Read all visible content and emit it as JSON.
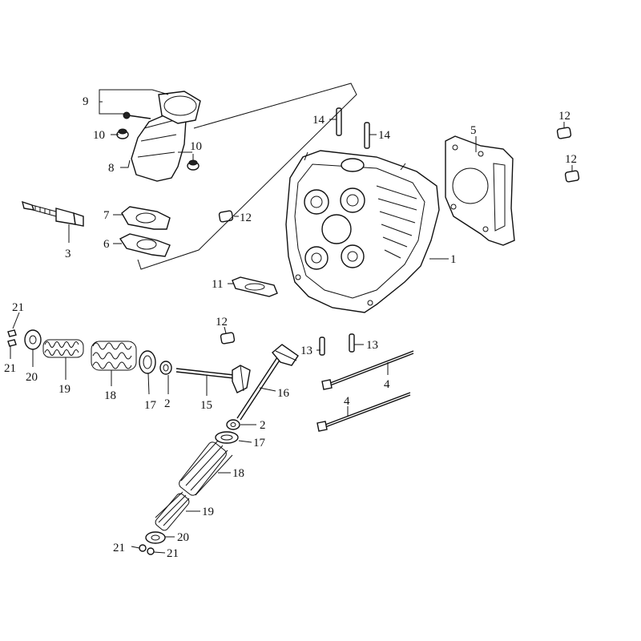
{
  "callouts": [
    {
      "id": "c1",
      "text": "1"
    },
    {
      "id": "c2a",
      "text": "2"
    },
    {
      "id": "c2b",
      "text": "2"
    },
    {
      "id": "c3",
      "text": "3"
    },
    {
      "id": "c4a",
      "text": "4"
    },
    {
      "id": "c4b",
      "text": "4"
    },
    {
      "id": "c5",
      "text": "5"
    },
    {
      "id": "c6",
      "text": "6"
    },
    {
      "id": "c7",
      "text": "7"
    },
    {
      "id": "c8",
      "text": "8"
    },
    {
      "id": "c9",
      "text": "9"
    },
    {
      "id": "c10a",
      "text": "10"
    },
    {
      "id": "c10b",
      "text": "10"
    },
    {
      "id": "c11",
      "text": "11"
    },
    {
      "id": "c12a",
      "text": "12"
    },
    {
      "id": "c12b",
      "text": "12"
    },
    {
      "id": "c12c",
      "text": "12"
    },
    {
      "id": "c12d",
      "text": "12"
    },
    {
      "id": "c13a",
      "text": "13"
    },
    {
      "id": "c13b",
      "text": "13"
    },
    {
      "id": "c14a",
      "text": "14"
    },
    {
      "id": "c14b",
      "text": "14"
    },
    {
      "id": "c15",
      "text": "15"
    },
    {
      "id": "c16",
      "text": "16"
    },
    {
      "id": "c17a",
      "text": "17"
    },
    {
      "id": "c17b",
      "text": "17"
    },
    {
      "id": "c18a",
      "text": "18"
    },
    {
      "id": "c18b",
      "text": "18"
    },
    {
      "id": "c19a",
      "text": "19"
    },
    {
      "id": "c19b",
      "text": "19"
    },
    {
      "id": "c20a",
      "text": "20"
    },
    {
      "id": "c20b",
      "text": "20"
    },
    {
      "id": "c21a",
      "text": "21"
    },
    {
      "id": "c21b",
      "text": "21"
    },
    {
      "id": "c21c",
      "text": "21"
    },
    {
      "id": "c21d",
      "text": "21"
    }
  ]
}
